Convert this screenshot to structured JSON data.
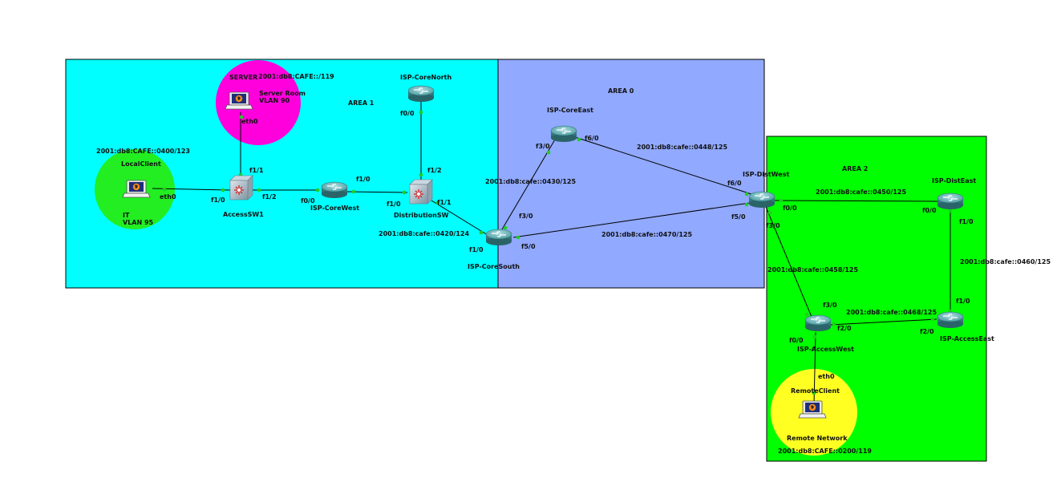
{
  "areas": {
    "area1": {
      "label": "AREA 1",
      "color": "#00ffff"
    },
    "area0": {
      "label": "AREA 0",
      "color": "#91a9ff"
    },
    "area2": {
      "label": "AREA 2",
      "color": "#00ff00"
    }
  },
  "zones": {
    "server": {
      "title": "SERVER",
      "subnet": "2001:db8:CAFE::/119",
      "room": "Server Room",
      "vlan": "VLAN 90",
      "color": "#ff00dd"
    },
    "it": {
      "subnet": "2001:db8:CAFE::0400/123",
      "host": "LocalClient",
      "dept": "IT",
      "vlan": "VLAN 95",
      "color": "#22ee22"
    },
    "remote": {
      "host": "RemoteClient",
      "network": "Remote Network",
      "subnet": "2001:db8:CAFE::0200/119",
      "color": "#ffff22"
    }
  },
  "devices": {
    "core_north": "ISP-CoreNorth",
    "core_east": "ISP-CoreEast",
    "core_west": "ISP-CoreWest",
    "core_south": "ISP-CoreSouth",
    "access_sw1": "AccessSW1",
    "distribution_sw": "DistributionSW",
    "dist_west": "ISP-DistWest",
    "dist_east": "ISP-DistEast",
    "access_west": "ISP-AccessWest",
    "access_east": "ISP-AccessEast"
  },
  "ports": {
    "server_eth0": "eth0",
    "sw1_f11": "f1/1",
    "sw1_f10": "f1/0",
    "sw1_f12": "f1/2",
    "local_eth0": "eth0",
    "cw_f00": "f0/0",
    "cw_f10": "f1/0",
    "ds_f10": "f1/0",
    "ds_f12": "f1/2",
    "ds_f11": "f1/1",
    "cn_f00": "f0/0",
    "cs_f10": "f1/0",
    "cs_f30": "f3/0",
    "cs_f50": "f5/0",
    "ce_f30": "f3/0",
    "ce_f60": "f6/0",
    "dw_f60": "f6/0",
    "dw_f50": "f5/0",
    "dw_f00": "f0/0",
    "dw_f30": "f3/0",
    "de_f00": "f0/0",
    "de_f10": "f1/0",
    "ae_f10": "f1/0",
    "ae_f20": "f2/0",
    "aw_f30": "f3/0",
    "aw_f20": "f2/0",
    "aw_f00": "f0/0",
    "remote_eth0": "eth0"
  },
  "subnets": {
    "ds_cs": "2001:db8:cafe::0420/124",
    "cs_ce": "2001:db8:cafe::0430/125",
    "ce_dw": "2001:db8:cafe::0448/125",
    "cs_dw": "2001:db8:cafe::0470/125",
    "dw_de": "2001:db8:cafe::0450/125",
    "de_ae": "2001:db8:cafe::0460/125",
    "dw_aw": "2001:db8:cafe::0458/125",
    "aw_ae": "2001:db8:cafe::0468/125"
  },
  "icons": {
    "router": "router-icon",
    "switch": "multilayer-switch-icon",
    "host": "laptop-icon"
  },
  "colors": {
    "link": "#000000",
    "port": "#22cc22",
    "router_body": "#3e8f94",
    "router_top": "#7cc3c7"
  }
}
